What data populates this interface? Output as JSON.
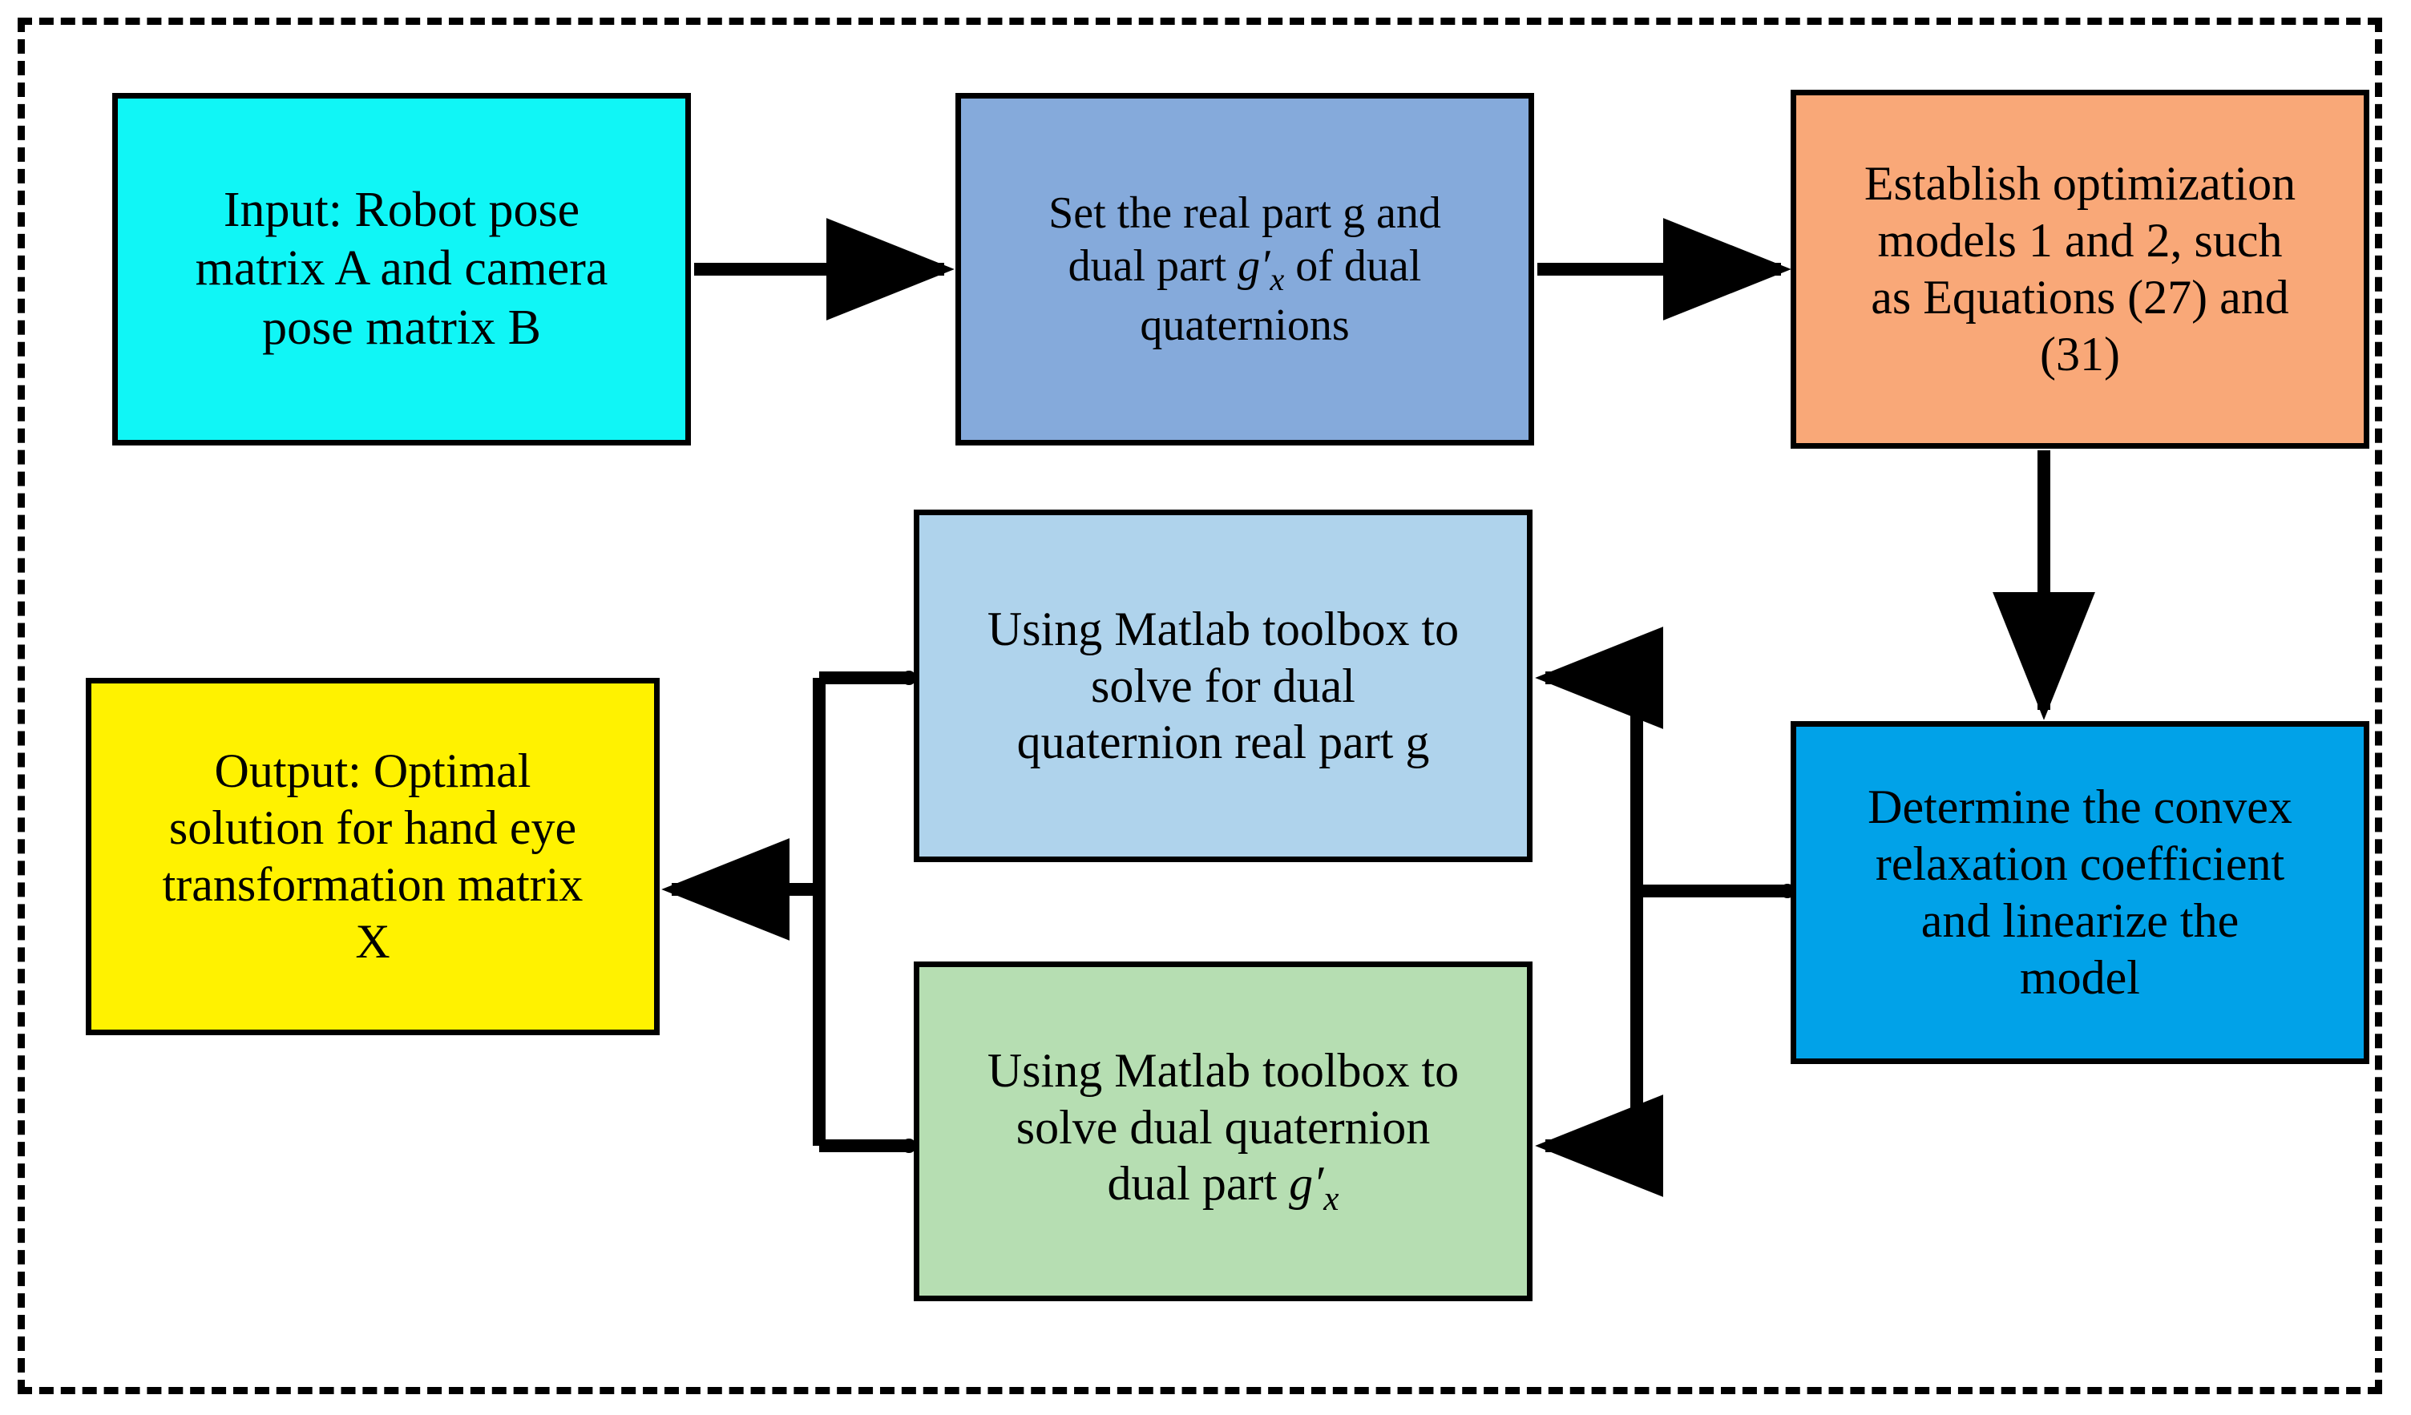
{
  "diagram": {
    "title": "Hand-eye calibration dual quaternion optimization flowchart",
    "frame_style": "dashed",
    "colors": {
      "input": "#10F6F6",
      "set_parts": "#85AADB",
      "establish": "#F9A878",
      "determine": "#01A2E8",
      "solve_real": "#AFD3EC",
      "solve_dual": "#B6DEB2",
      "output": "#FFF200",
      "stroke": "#000000",
      "background": "#FFFFFF"
    },
    "nodes": [
      {
        "id": "input",
        "lines": [
          "Input: Robot pose",
          "matrix A and camera",
          "pose matrix B"
        ],
        "fill": "#10F6F6"
      },
      {
        "id": "set_parts",
        "lines": [
          "Set the real part g and",
          "dual part g′ₓ of dual",
          "quaternions"
        ],
        "fill": "#85AADB"
      },
      {
        "id": "establish",
        "lines": [
          "Establish optimization",
          "models 1 and 2, such",
          "as Equations (27) and",
          "(31)"
        ],
        "fill": "#F9A878"
      },
      {
        "id": "determine",
        "lines": [
          "Determine the convex",
          "relaxation coefficient",
          "and linearize the",
          "model"
        ],
        "fill": "#01A2E8"
      },
      {
        "id": "solve_real",
        "lines": [
          "Using Matlab toolbox to",
          "solve for dual",
          "quaternion real part g"
        ],
        "fill": "#AFD3EC"
      },
      {
        "id": "solve_dual",
        "lines": [
          "Using Matlab toolbox to",
          "solve dual quaternion",
          "dual part g′ₓ"
        ],
        "fill": "#B6DEB2"
      },
      {
        "id": "output",
        "lines": [
          "Output: Optimal",
          "solution for hand eye",
          "transformation matrix",
          "X"
        ],
        "fill": "#FFF200"
      }
    ],
    "edges": [
      {
        "id": "input-to-setparts",
        "from": "input",
        "to": "set_parts",
        "direction": "right",
        "arrow": true
      },
      {
        "id": "setparts-to-establish",
        "from": "set_parts",
        "to": "establish",
        "direction": "right",
        "arrow": true
      },
      {
        "id": "establish-to-determine",
        "from": "establish",
        "to": "determine",
        "direction": "down",
        "arrow": true
      },
      {
        "id": "determine-to-solve-real",
        "from": "determine",
        "to": "solve_real",
        "direction": "left",
        "arrow": true
      },
      {
        "id": "determine-to-solve-dual",
        "from": "determine",
        "to": "solve_dual",
        "direction": "left",
        "arrow": true
      },
      {
        "id": "solvers-to-output",
        "from": "solve_real",
        "to": "output",
        "direction": "left",
        "arrow": true
      }
    ]
  }
}
